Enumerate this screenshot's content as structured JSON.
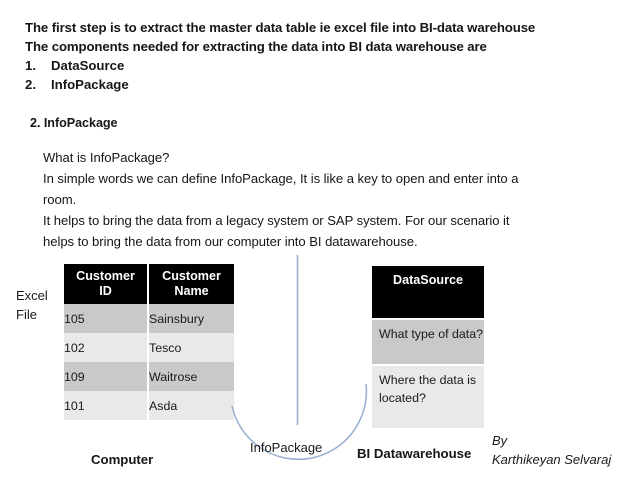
{
  "intro": {
    "lines": [
      "The first step is to extract the master data table ie excel file into BI-data warehouse",
      "The components needed for extracting the data into BI data warehouse are"
    ],
    "items": [
      {
        "num": "1.",
        "label": "DataSource"
      },
      {
        "num": "2.",
        "label": "InfoPackage"
      }
    ]
  },
  "section": {
    "heading": "2. InfoPackage",
    "body_lines": [
      "What is InfoPackage?",
      "In simple words we can define InfoPackage, It is like a key to open and enter into a",
      "room.",
      "It helps to bring the data from a legacy system or SAP system. For our scenario it",
      "helps to bring the data from our computer into BI datawarehouse."
    ]
  },
  "diagram": {
    "excel_label_lines": [
      "Excel",
      "File"
    ],
    "table": {
      "headers": [
        "Customer ID",
        "Customer Name"
      ],
      "header_parts": [
        [
          "Customer",
          "ID"
        ],
        [
          "Customer",
          "Name"
        ]
      ],
      "rows": [
        {
          "id": "105",
          "name": "Sainsbury"
        },
        {
          "id": "102",
          "name": "Tesco"
        },
        {
          "id": "109",
          "name": "Waitrose"
        },
        {
          "id": "101",
          "name": "Asda"
        }
      ]
    },
    "datasource": {
      "title": "DataSource",
      "questions": [
        "What type of data?",
        "Where the data is located?"
      ]
    },
    "captions": {
      "computer": "Computer",
      "infopackage": "InfoPackage",
      "bi_datawarehouse": "BI Datawarehouse"
    },
    "credit": {
      "by": "By",
      "author": "Karthikeyan Selvaraj"
    }
  },
  "colors": {
    "header_black": "#000000",
    "row_dark": "#c9c9c9",
    "row_light": "#e9e9e9",
    "connector_blue": "#9cb3cf",
    "text": "#161616"
  }
}
